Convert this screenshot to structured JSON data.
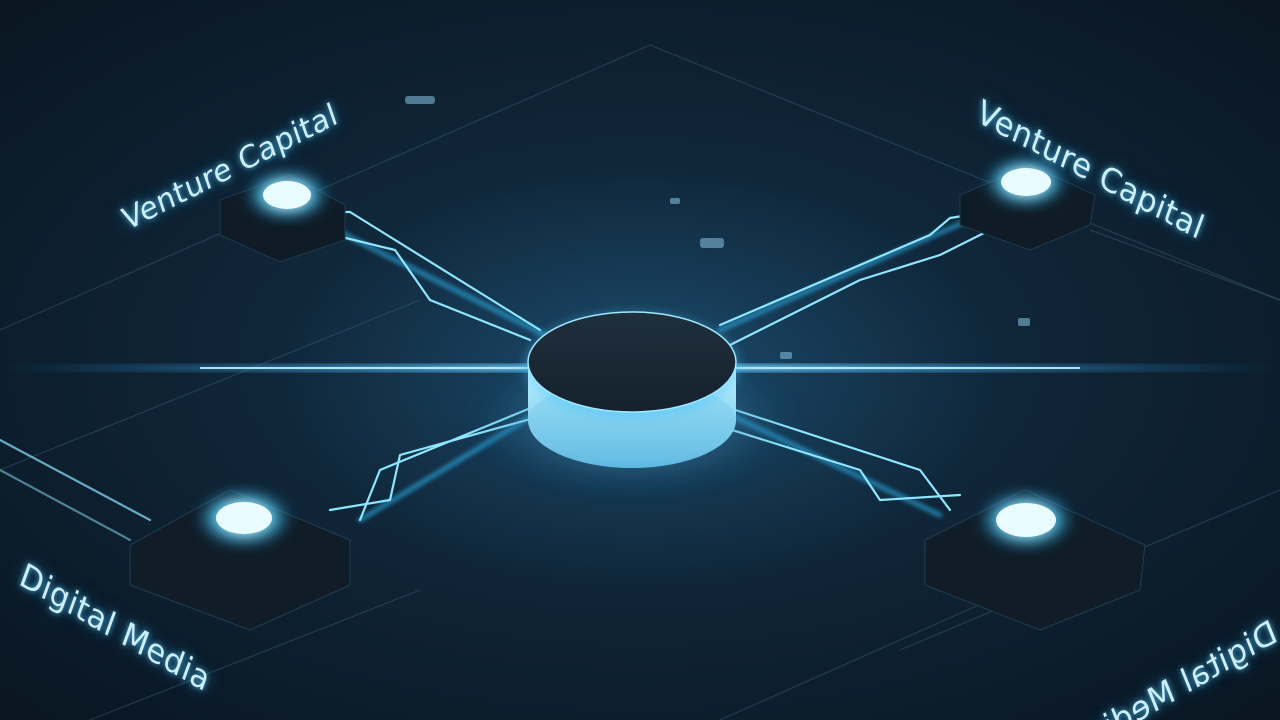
{
  "labels": {
    "top_left": "Venture Capital",
    "top_right": "Venture Capital",
    "bottom_left": "Digital Media",
    "bottom_right": "Digital Media"
  },
  "hub": {
    "line_1": "",
    "line_2": ""
  },
  "colors": {
    "background": "#0e2233",
    "accent_glow": "#5ad2ff",
    "line_glow": "#8fe6ff",
    "node_core": "#e8fbff"
  }
}
